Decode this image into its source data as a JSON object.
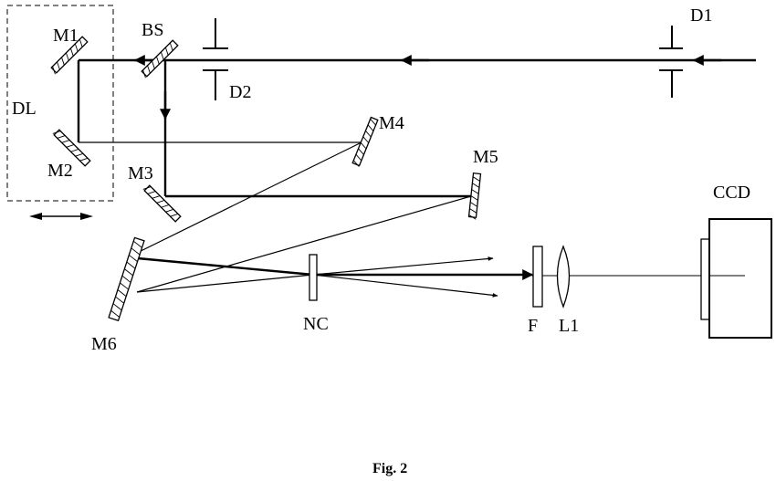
{
  "labels": {
    "D1": "D1",
    "D2": "D2",
    "BS": "BS",
    "M1": "M1",
    "M2": "M2",
    "M3": "M3",
    "M4": "M4",
    "M5": "M5",
    "M6": "M6",
    "DL": "DL",
    "NC": "NC",
    "F": "F",
    "L1": "L1",
    "CCD": "CCD"
  },
  "caption": "Fig. 2"
}
